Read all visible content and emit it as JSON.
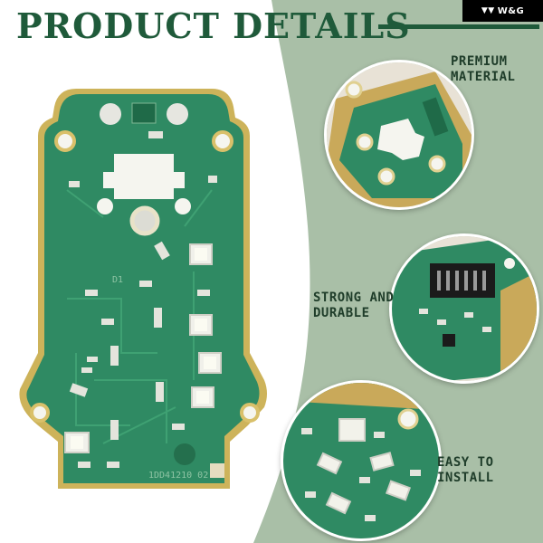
{
  "brand": {
    "logo_text": "W&G"
  },
  "header": {
    "title": "PRODUCT DETAILS"
  },
  "features": {
    "premium": {
      "line1": "PREMIUM",
      "line2": "MATERIAL"
    },
    "strong": {
      "line1": "STRONG AND",
      "line2": "DURABLE"
    },
    "easy": {
      "line1": "EASY TO",
      "line2": "INSTALL"
    }
  },
  "board": {
    "ref_label": "D1",
    "part_number": "1DD41210 02"
  },
  "colors": {
    "title_green": "#1f5a3a",
    "pcb_green": "#2f8a63",
    "sage": "#a9bfa7",
    "gold": "#d8b24a"
  }
}
